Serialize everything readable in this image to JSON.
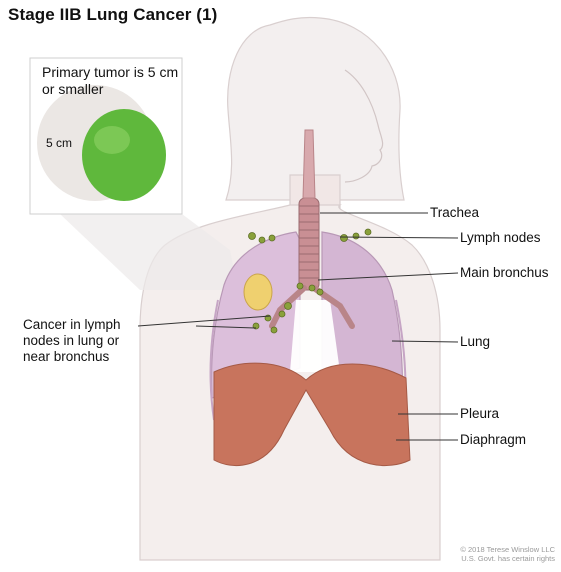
{
  "title": "Stage IIB Lung Cancer (1)",
  "inset": {
    "caption": "Primary tumor is 5 cm or smaller",
    "size_label": "5 cm",
    "tumor_color": "#5fb83c"
  },
  "labels": {
    "trachea": "Trachea",
    "lymph_nodes": "Lymph nodes",
    "main_bronchus": "Main bronchus",
    "lung": "Lung",
    "pleura": "Pleura",
    "diaphragm": "Diaphragm",
    "cancer_in_nodes": "Cancer in lymph nodes in lung or near bronchus"
  },
  "copyright": {
    "line1": "© 2018 Terese Winslow LLC",
    "line2": "U.S. Govt. has certain rights"
  },
  "colors": {
    "lung": "#d7b8d6",
    "diaphragm": "#c8745d",
    "trachea": "#c98f94",
    "lymph_node": "#8aa13b"
  }
}
